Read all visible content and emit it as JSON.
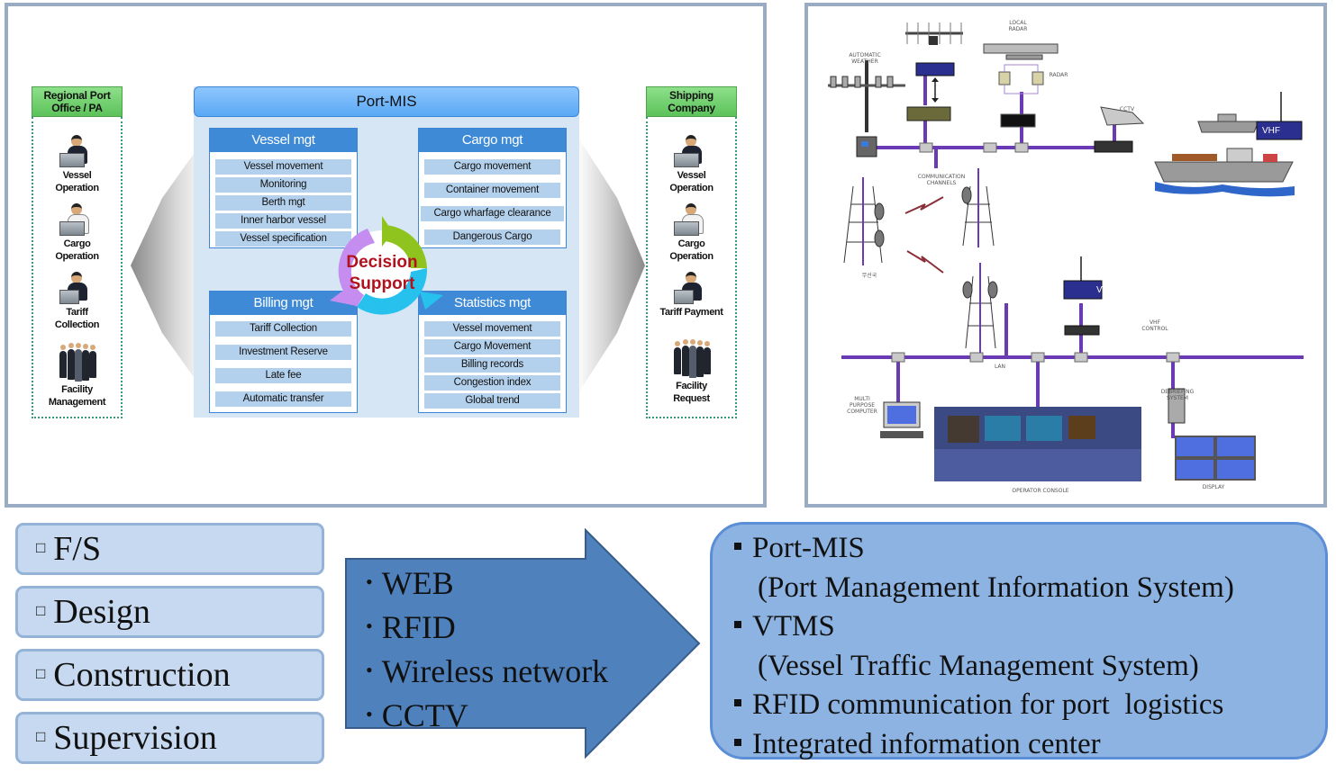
{
  "port_mis_panel": {
    "title": "Port-MIS",
    "left_column": {
      "header": "Regional Port Office / PA",
      "roles": [
        "Vessel Operation",
        "Cargo Operation",
        "Tariff Collection",
        "Facility Management"
      ]
    },
    "right_column": {
      "header": "Shipping Company",
      "roles": [
        "Vessel Operation",
        "Cargo Operation",
        "Tariff Payment",
        "Facility Request"
      ]
    },
    "modules": [
      {
        "title": "Vessel mgt",
        "items": [
          "Vessel movement",
          "Monitoring",
          "Berth mgt",
          "Inner harbor vessel",
          "Vessel specification"
        ]
      },
      {
        "title": "Cargo mgt",
        "items": [
          "Cargo movement",
          "Container movement",
          "Cargo wharfage clearance",
          "Dangerous Cargo"
        ]
      },
      {
        "title": "Billing mgt",
        "items": [
          "Tariff Collection",
          "Investment Reserve",
          "Late fee",
          "Automatic transfer"
        ]
      },
      {
        "title": "Statistics mgt",
        "items": [
          "Vessel movement",
          "Cargo Movement",
          "Billing records",
          "Congestion index",
          "Global trend"
        ]
      }
    ],
    "center": {
      "line1": "Decision",
      "line2": "Support"
    }
  },
  "vtms_panel": {
    "labels": {
      "automatic_weather": "AUTOMATIC WEATHER",
      "local_radar": "LOCAL RADAR",
      "radar": "RADAR",
      "cctv": "CCTV",
      "communication_channels": "COMMUNICATION CHANNELS",
      "vhf": "VHF",
      "vhf_control": "VHF CONTROL",
      "lan": "LAN",
      "multi_purpose_computer": "MULTI PURPOSE COMPUTER",
      "debriefing_system": "DEBRIEFING SYSTEM",
      "operator_console": "OPERATOR CONSOLE",
      "display": "DISPLAY",
      "tower_label": "무선국"
    },
    "colors": {
      "network_line": "#6a3bb5",
      "vhf_box": "#2b2f8f"
    }
  },
  "phases": [
    "F/S",
    "Design",
    "Construction",
    "Supervision"
  ],
  "technologies": [
    "WEB",
    "RFID",
    "Wireless network",
    "CCTV"
  ],
  "results": [
    {
      "text": "Port-MIS",
      "sub": "(Port Management Information System)"
    },
    {
      "text": "VTMS",
      "sub": "(Vessel Traffic Management System)"
    },
    {
      "text": "RFID communication for port  logistics"
    },
    {
      "text": "Integrated information center"
    }
  ],
  "colors": {
    "phase_fill": "#c6d9f1",
    "arrow_fill": "#4f81bd",
    "result_fill": "#8db3e2",
    "panel_border": "#9aabc4"
  }
}
